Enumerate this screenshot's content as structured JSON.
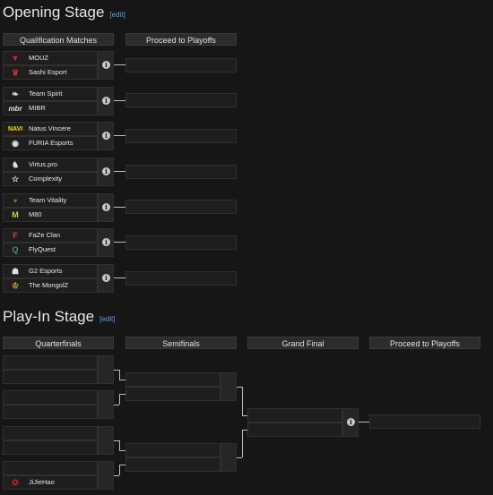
{
  "opening_stage": {
    "title": "Opening Stage",
    "edit_label": "edit",
    "col_qualification": "Qualification Matches",
    "col_playoffs": "Proceed to Playoffs",
    "matches": [
      {
        "team1": "MOUZ",
        "team2": "Sashi Esport"
      },
      {
        "team1": "Team Spirit",
        "team2": "MIBR"
      },
      {
        "team1": "Natus Vincere",
        "team2": "FURIA Esports"
      },
      {
        "team1": "Virtus.pro",
        "team2": "Complexity"
      },
      {
        "team1": "Team Vitality",
        "team2": "M80"
      },
      {
        "team1": "FaZe Clan",
        "team2": "FlyQuest"
      },
      {
        "team1": "G2 Esports",
        "team2": "The MongolZ"
      }
    ]
  },
  "playin_stage": {
    "title": "Play-In Stage",
    "edit_label": "edit",
    "col_quarterfinals": "Quarterfinals",
    "col_semifinals": "Semifinals",
    "col_grand_final": "Grand Final",
    "col_playoffs": "Proceed to Playoffs",
    "quarterfinal_last_team": "JiJieHao"
  },
  "colors": {
    "background": "#161616",
    "slot": "#1e1e1e",
    "header": "#2c2c2c",
    "link": "#6b9bd8"
  }
}
